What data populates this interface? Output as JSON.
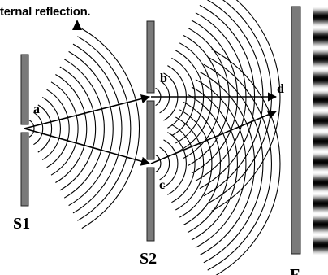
{
  "header": {
    "text": "ternal reflection."
  },
  "labels": {
    "slit_1": "S1",
    "slit_2": "S2",
    "screen": "F",
    "point_a": "a",
    "point_b": "b",
    "point_c": "c",
    "point_d": "d"
  },
  "colors": {
    "barrier": "#7a7a7a",
    "barrier_outline": "#222222",
    "wave": "#000000",
    "background": "#ffffff"
  },
  "fringe_pattern": {
    "dark_bands": 12
  }
}
